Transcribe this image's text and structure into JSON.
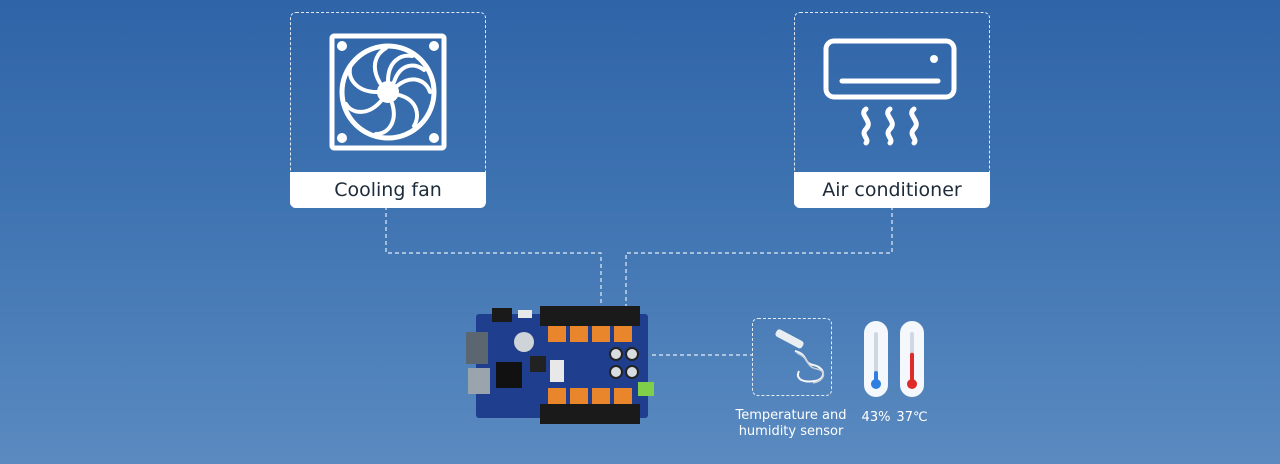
{
  "devices": {
    "fan": {
      "label": "Cooling fan",
      "icon": "cooling-fan-icon"
    },
    "ac": {
      "label": "Air conditioner",
      "icon": "air-conditioner-icon"
    }
  },
  "board": {
    "icon": "control-board-image"
  },
  "sensor": {
    "label_line1": "Temperature and",
    "label_line2": "humidity sensor",
    "icon": "sensor-probe-icon"
  },
  "readings": {
    "humidity": {
      "value": "43%",
      "fill_fraction": 0.25,
      "color": "#2f7fe0"
    },
    "temperature": {
      "value": "37℃",
      "fill_fraction": 0.6,
      "color": "#e02a2a"
    }
  },
  "colors": {
    "line": "#ffffff",
    "card_bg": "#ffffff"
  }
}
